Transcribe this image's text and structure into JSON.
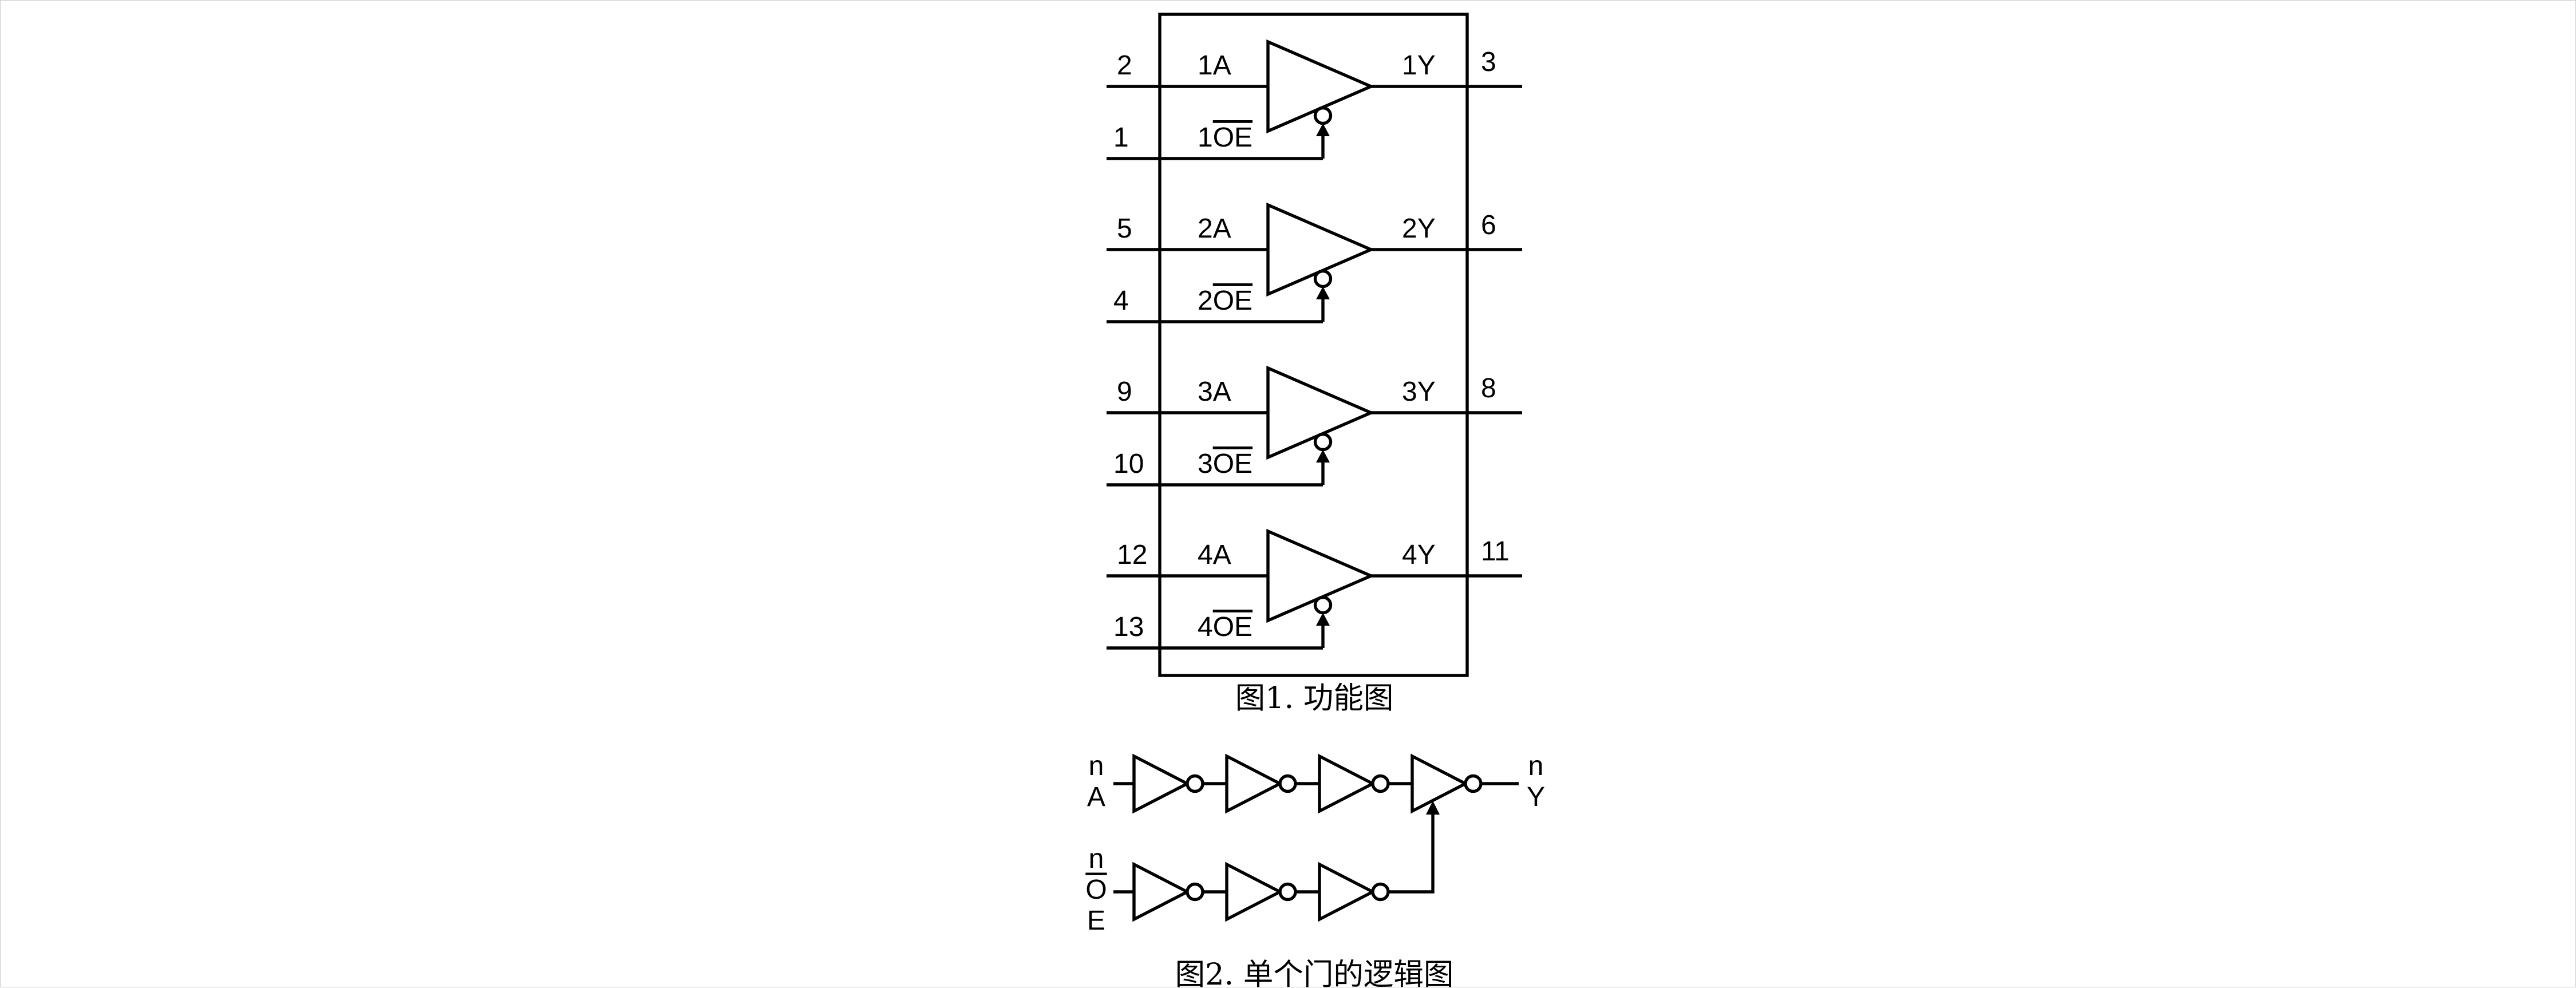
{
  "figure1": {
    "caption": "图1. 功能图",
    "buffers": [
      {
        "a_pin": "2",
        "a_label": "1A",
        "oe_pin": "1",
        "oe_prefix": "1",
        "oe_overline": "OE",
        "y_label": "1Y",
        "y_pin": "3"
      },
      {
        "a_pin": "5",
        "a_label": "2A",
        "oe_pin": "4",
        "oe_prefix": "2",
        "oe_overline": "OE",
        "y_label": "2Y",
        "y_pin": "6"
      },
      {
        "a_pin": "9",
        "a_label": "3A",
        "oe_pin": "10",
        "oe_prefix": "3",
        "oe_overline": "OE",
        "y_label": "3Y",
        "y_pin": "8"
      },
      {
        "a_pin": "12",
        "a_label": "4A",
        "oe_pin": "13",
        "oe_prefix": "4",
        "oe_overline": "OE",
        "y_label": "4Y",
        "y_pin": "11"
      }
    ]
  },
  "figure2": {
    "caption": "图2. 单个门的逻辑图",
    "input_a": {
      "line1": "n",
      "line2": "A"
    },
    "output_y": {
      "line1": "n",
      "line2": "Y"
    },
    "input_oe": {
      "line1": "n",
      "line2": "O",
      "line3": "E"
    }
  },
  "colors": {
    "line": "#000000",
    "background": "#ffffff"
  }
}
